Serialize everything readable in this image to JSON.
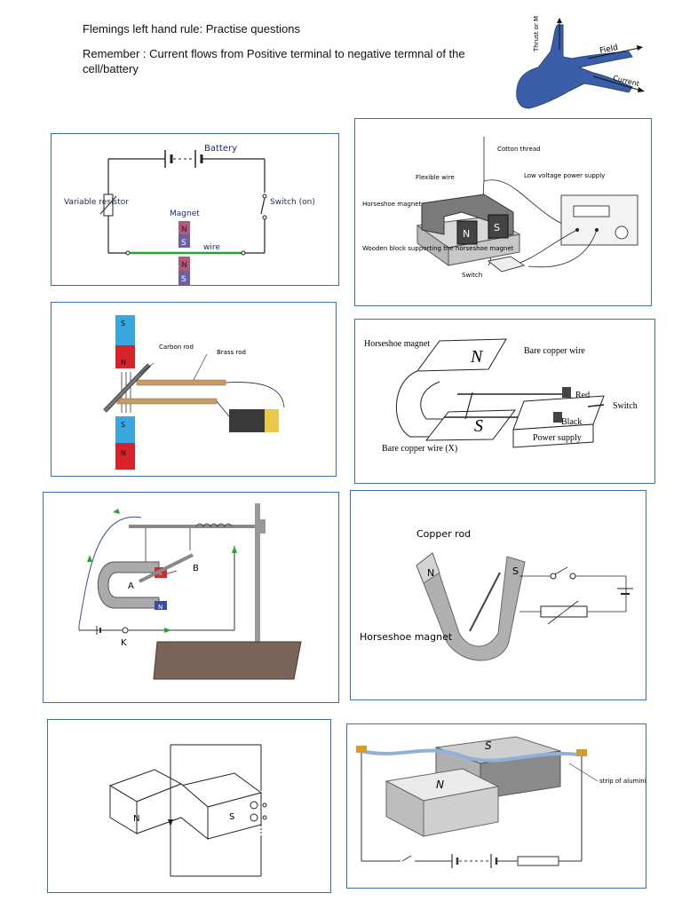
{
  "header": {
    "title": "Flemings left hand rule: Practise questions",
    "remember": "Remember : Current flows from Positive terminal to negative termnal of the cell/battery"
  },
  "hand": {
    "thrust": "Thrust or Motion",
    "field": "Field",
    "current": "Current"
  },
  "diagram1": {
    "battery": "Battery",
    "variable_resistor": "Variable resistor",
    "switch": "Switch (on)",
    "magnet": "Magnet",
    "wire": "wire",
    "n": "N",
    "s": "S"
  },
  "diagram2": {
    "cotton_thread": "Cotton thread",
    "flexible_wire": "Flexible wire",
    "low_voltage": "Low voltage power supply",
    "horseshoe": "Horseshoe magnet",
    "wooden_block": "Wooden block supporting the horseshoe magnet",
    "switch": "Switch",
    "n": "N",
    "s": "S"
  },
  "diagram3": {
    "carbon_rod": "Carbon rod",
    "brass_rod": "Brass rod",
    "s": "S",
    "n": "N"
  },
  "diagram4": {
    "horseshoe": "Horseshoe magnet",
    "bare_copper": "Bare copper wire",
    "red": "Red",
    "black": "Black",
    "switch": "Switch",
    "power_supply": "Power supply",
    "bare_copper_x": "Bare copper wire (X)",
    "n": "N",
    "s": "S"
  },
  "diagram5": {
    "a": "A",
    "b": "B",
    "k": "K",
    "s": "S",
    "n": "N"
  },
  "diagram6": {
    "copper_rod": "Copper rod",
    "horseshoe": "Horseshoe magnet",
    "n": "N",
    "s": "S"
  },
  "diagram7": {
    "n": "N",
    "s": "S"
  },
  "diagram8": {
    "strip": "strip of aluminium foil",
    "s": "S",
    "n": "N"
  }
}
